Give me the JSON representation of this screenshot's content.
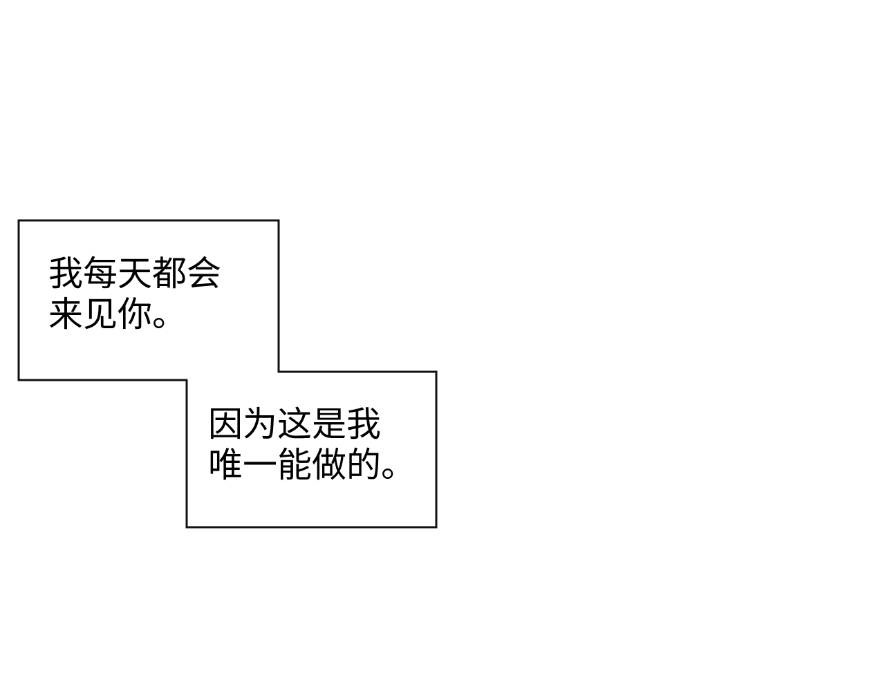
{
  "captions": {
    "top": {
      "line1": "我每天都会",
      "line2": "来见你。"
    },
    "bottom": {
      "line1": "因为这是我",
      "line2": "唯一能做的。"
    }
  },
  "colors": {
    "background": "#ffffff",
    "border": "#111111",
    "text": "#000000"
  }
}
